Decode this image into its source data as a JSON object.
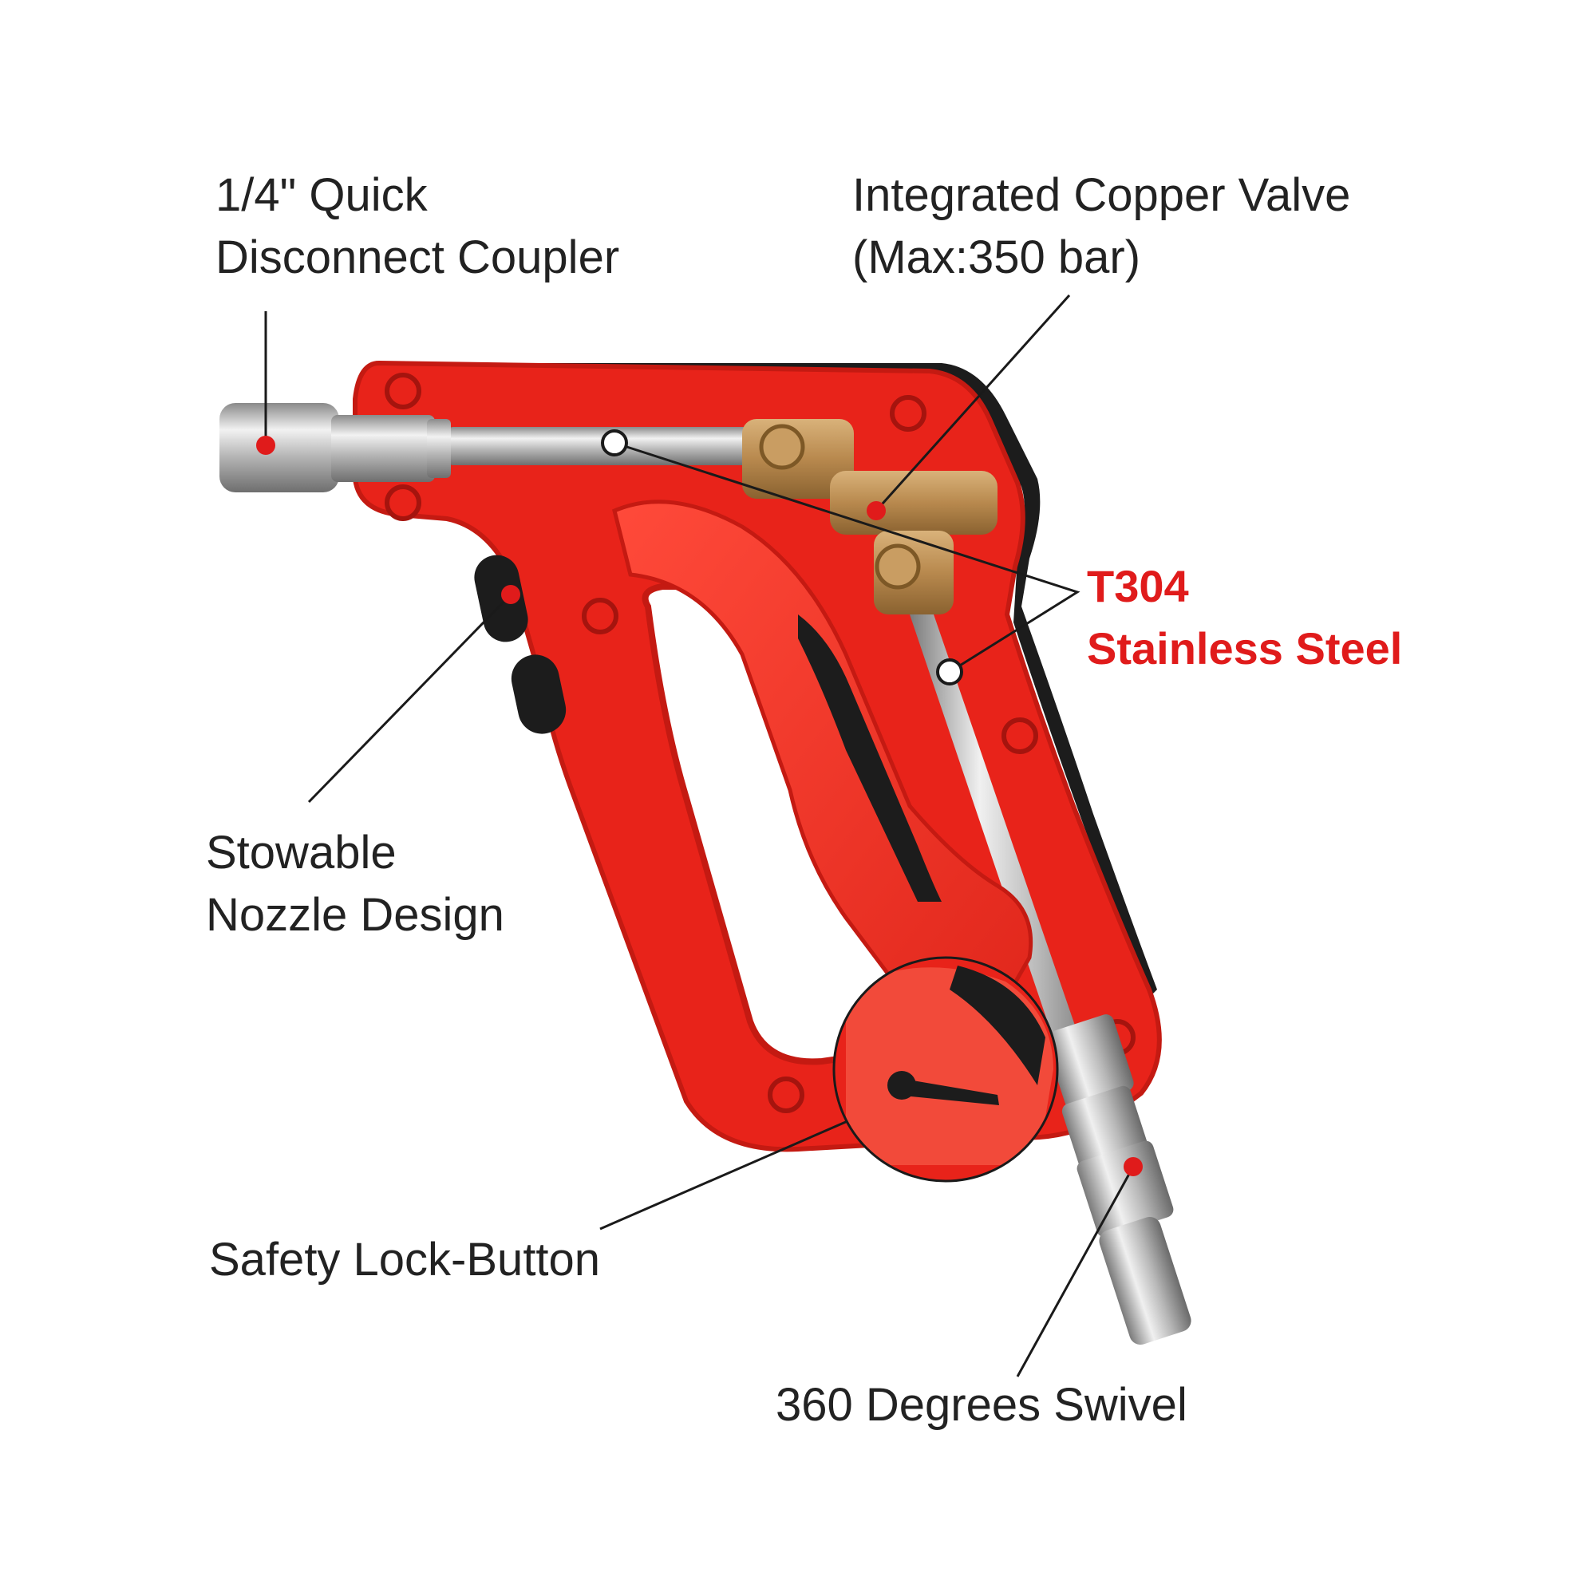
{
  "labels": {
    "coupler": {
      "line1": "1/4\" Quick",
      "line2": "Disconnect Coupler"
    },
    "valve": {
      "line1": "Integrated Copper Valve",
      "line2": "(Max:350 bar)"
    },
    "steel": {
      "line1": "T304",
      "line2": "Stainless Steel"
    },
    "nozzle": {
      "line1": "Stowable",
      "line2": "Nozzle Design"
    },
    "lock": {
      "line1": "Safety Lock-Button"
    },
    "swivel": {
      "line1": "360 Degrees Swivel"
    }
  },
  "colors": {
    "body": "#e8231a",
    "body_dark": "#c41a12",
    "grip": "#f03a2c",
    "rubber": "#1c1c1c",
    "steel": "#c9c9c9",
    "brass": "#b8894e",
    "marker": "#e01b1b",
    "highlight_text": "#e01b1b",
    "text": "#222222",
    "line": "#1a1a1a"
  },
  "icons": [
    "callout-dot",
    "leader-line",
    "magnifier-circle"
  ]
}
